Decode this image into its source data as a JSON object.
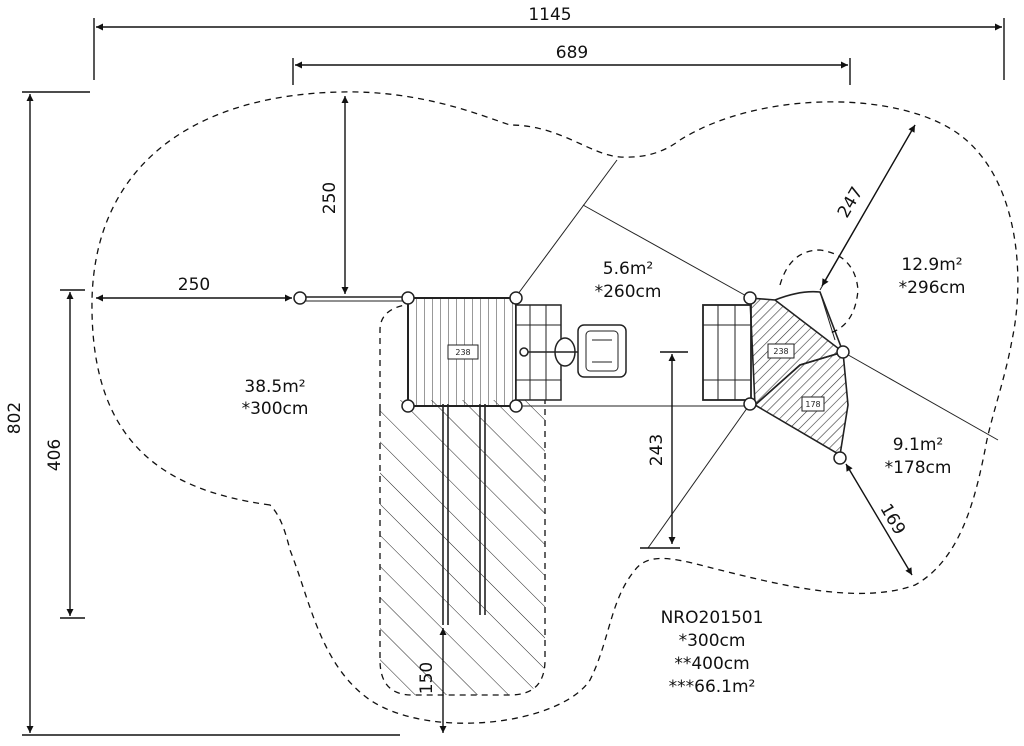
{
  "dimensions": {
    "overall_width": "1145",
    "inner_width": "689",
    "overall_height": "802",
    "left_height": "406",
    "top_clearance": "250",
    "left_clearance": "250",
    "right_radius": "247",
    "center_clearance": "243",
    "right_bottom": "169",
    "slide_exit": "150"
  },
  "zones": {
    "left": {
      "area": "38.5m²",
      "height": "*300cm"
    },
    "center": {
      "area": "5.6m²",
      "height": "*260cm"
    },
    "right_top": {
      "area": "12.9m²",
      "height": "*296cm"
    },
    "right_bottom": {
      "area": "9.1m²",
      "height": "*178cm"
    }
  },
  "platform_labels": {
    "left": "238",
    "right_top": "238",
    "right_bottom": "178"
  },
  "model": {
    "code": "NRO201501",
    "line1": "*300cm",
    "line2": "**400cm",
    "line3": "***66.1m²"
  }
}
